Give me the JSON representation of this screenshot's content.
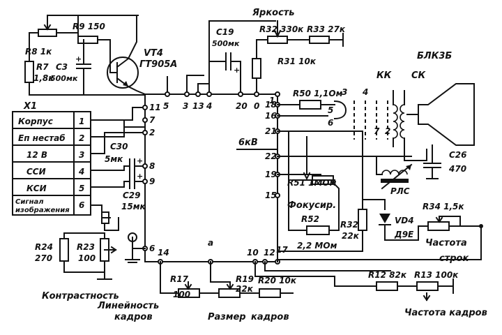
{
  "connector": {
    "name": "X1",
    "rows": [
      {
        "label": "Корпус",
        "pin": "1"
      },
      {
        "label": "Eп нестаб",
        "pin": "2"
      },
      {
        "label": "12 В",
        "pin": "3"
      },
      {
        "label": "ССИ",
        "pin": "4"
      },
      {
        "label": "КСИ",
        "pin": "5"
      },
      {
        "label": "Сигнал изображения",
        "pin": "6"
      }
    ]
  },
  "components": {
    "r8": "R8 1к",
    "r9": "R9 150",
    "r7a": "R7",
    "r7b": "1,8к",
    "c3a": "C3",
    "c3b": "500мк",
    "vt4a": "VT4",
    "vt4b": "ГТ905А",
    "c19a": "C19",
    "c19b": "500мк",
    "r32top": "R32 330к",
    "r33": "R33 27к",
    "r31": "R31 10к",
    "r50": "R50 1,1Ом",
    "c30a": "C30",
    "c30b": "5мк",
    "c29a": "C29",
    "c29b": "15мк",
    "r51": "R51 1МОм",
    "r52": "R52",
    "r52v": "2,2 МОм",
    "r32b": "R32",
    "r32bv": "22к",
    "vd4a": "VD4",
    "vd4b": "Д9Е",
    "r34": "R34 1,5к",
    "c26a": "C26",
    "c26b": "470",
    "rls": "РЛС",
    "blk": "БЛК3Б",
    "ck": "СК",
    "kk": "КК",
    "r24a": "R24",
    "r24b": "270",
    "r23a": "R23",
    "r23b": "100",
    "r17a": "R17",
    "r17b": "100",
    "r19a": "R19",
    "r19b": "22к",
    "r20": "R20 10к",
    "r12": "R12 82к",
    "r13": "R13 100к"
  },
  "captions": {
    "brightness": "Яркость",
    "contrast": "Контрастность",
    "linearity1": "Линейность",
    "linearity2": "кадров",
    "size": "Размер",
    "sizeframes": "кадров",
    "hfreq1": "Частота",
    "hfreq2": "строк",
    "vfreq": "Частота кадров",
    "focus": "Фокусир.",
    "v6": "6кВ"
  },
  "pins": {
    "p11": "11",
    "p7": "7",
    "p2": "2",
    "p8": "8",
    "p9": "9",
    "p6": "6",
    "p14": "14",
    "pa": "а",
    "p10": "10",
    "p12": "12",
    "p17": "17",
    "p5": "5",
    "p3": "3",
    "p13": "13",
    "p4": "4",
    "p20": "20",
    "p0": "0",
    "p1": "1",
    "p18": "18",
    "p16": "16",
    "p21": "21",
    "p22": "22",
    "p19": "19",
    "p15": "15",
    "k3": "3",
    "k4": "4",
    "k5": "5",
    "k6": "6",
    "k7": "7",
    "k2": "2"
  }
}
